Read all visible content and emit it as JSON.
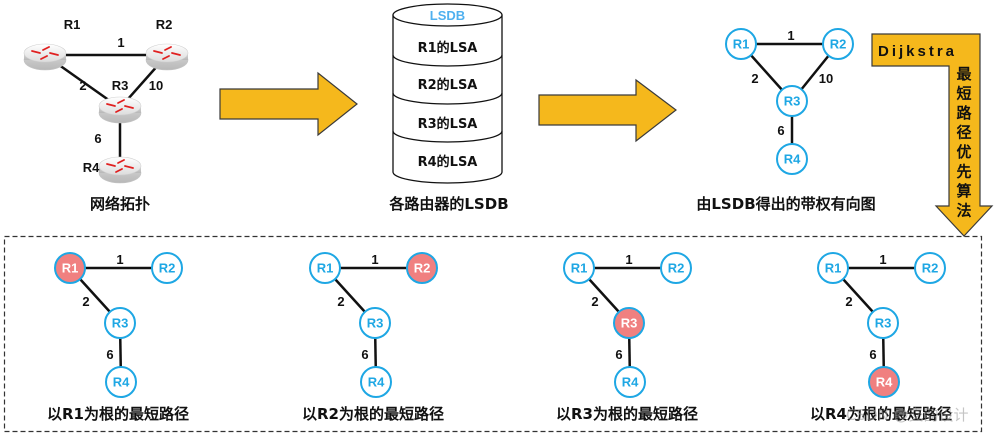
{
  "colors": {
    "arrow_fill": "#f5b81c",
    "arrow_stroke": "#3a3a3a",
    "node_stroke": "#1ea7e4",
    "node_text": "#1ea7e4",
    "root_fill": "#f08080",
    "root_text": "#ffffff",
    "lsdb_title": "#4fb0ef",
    "edge": "#111111"
  },
  "topology": {
    "caption": "网络拓扑",
    "routers": [
      {
        "id": "R1",
        "label": "R1"
      },
      {
        "id": "R2",
        "label": "R2"
      },
      {
        "id": "R3",
        "label": "R3"
      },
      {
        "id": "R4",
        "label": "R4"
      }
    ],
    "links": [
      {
        "from": "R1",
        "to": "R2",
        "cost": "1"
      },
      {
        "from": "R1",
        "to": "R3",
        "cost": "2"
      },
      {
        "from": "R2",
        "to": "R3",
        "cost": "10"
      },
      {
        "from": "R3",
        "to": "R4",
        "cost": "6"
      }
    ]
  },
  "lsdb": {
    "title": "LSDB",
    "entries": [
      "R1的LSA",
      "R2的LSA",
      "R3的LSA",
      "R4的LSA"
    ],
    "caption": "各路由器的LSDB"
  },
  "graph": {
    "caption": "由LSDB得出的带权有向图",
    "nodes": [
      "R1",
      "R2",
      "R3",
      "R4"
    ],
    "edges": [
      {
        "from": "R1",
        "to": "R2",
        "weight": "1"
      },
      {
        "from": "R1",
        "to": "R3",
        "weight": "2"
      },
      {
        "from": "R2",
        "to": "R3",
        "weight": "10"
      },
      {
        "from": "R3",
        "to": "R4",
        "weight": "6"
      }
    ]
  },
  "dijkstra": {
    "title": "Dijkstra",
    "subtitle_chars": [
      "最",
      "短",
      "路",
      "径",
      "优",
      "先",
      "算",
      "法"
    ]
  },
  "shortest_path_trees": [
    {
      "root": "R1",
      "caption": "以R1为根的最短路径",
      "edges": [
        {
          "from": "R1",
          "to": "R2",
          "weight": "1"
        },
        {
          "from": "R1",
          "to": "R3",
          "weight": "2"
        },
        {
          "from": "R3",
          "to": "R4",
          "weight": "6"
        }
      ]
    },
    {
      "root": "R2",
      "caption": "以R2为根的最短路径",
      "edges": [
        {
          "from": "R1",
          "to": "R2",
          "weight": "1"
        },
        {
          "from": "R1",
          "to": "R3",
          "weight": "2"
        },
        {
          "from": "R3",
          "to": "R4",
          "weight": "6"
        }
      ]
    },
    {
      "root": "R3",
      "caption": "以R3为根的最短路径",
      "edges": [
        {
          "from": "R1",
          "to": "R2",
          "weight": "1"
        },
        {
          "from": "R1",
          "to": "R3",
          "weight": "2"
        },
        {
          "from": "R3",
          "to": "R4",
          "weight": "6"
        }
      ]
    },
    {
      "root": "R4",
      "caption": "以R4为根的最短路径",
      "edges": [
        {
          "from": "R1",
          "to": "R2",
          "weight": "1"
        },
        {
          "from": "R1",
          "to": "R3",
          "weight": "2"
        },
        {
          "from": "R3",
          "to": "R4",
          "weight": "6"
        }
      ]
    }
  ],
  "watermark": "CSDN @交韵设计"
}
